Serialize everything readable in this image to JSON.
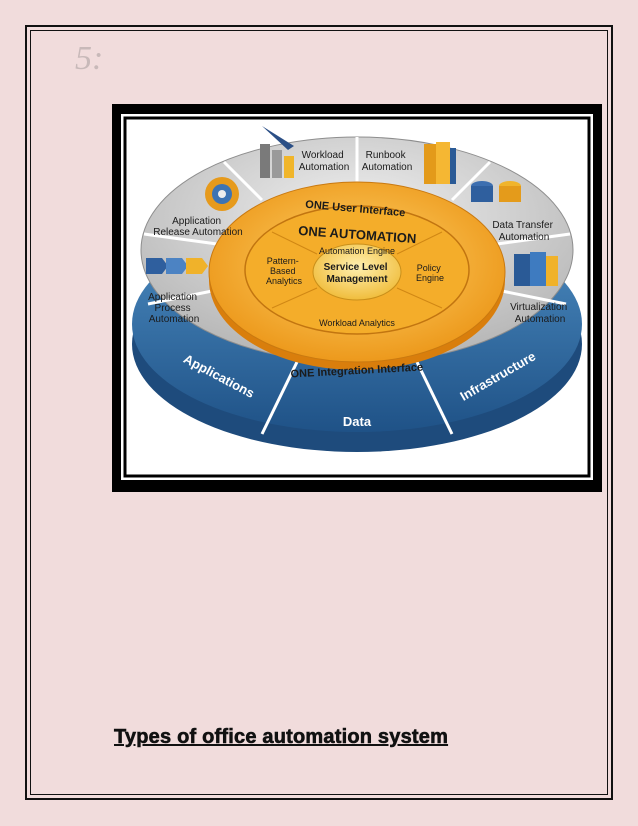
{
  "page": {
    "number": "5:",
    "heading": "Types of office automation system"
  },
  "diagram": {
    "outer_ring": {
      "workload": [
        "Workload",
        "Automation"
      ],
      "runbook": [
        "Runbook",
        "Automation"
      ],
      "data_transfer": [
        "Data Transfer",
        "Automation"
      ],
      "virtualization": [
        "Virtualization",
        "Automation"
      ],
      "release": [
        "Application",
        "Release Automation"
      ],
      "process": [
        "Application",
        "Process",
        "Automation"
      ]
    },
    "user_interface": "ONE User Interface",
    "one_automation": "ONE AUTOMATION",
    "automation_engine": "Automation Engine",
    "pattern_analytics": [
      "Pattern-",
      "Based",
      "Analytics"
    ],
    "policy_engine": [
      "Policy",
      "Engine"
    ],
    "service_level": [
      "Service Level",
      "Management"
    ],
    "workload_analytics": "Workload Analytics",
    "integration_interface": "ONE Integration Interface",
    "bottom_segments": {
      "applications": "Applications",
      "data": "Data",
      "infrastructure": "Infrastructure"
    },
    "colors": {
      "orange": "#f0a21c",
      "blue": "#2f6fa6",
      "gray": "#c9c9c9"
    }
  }
}
